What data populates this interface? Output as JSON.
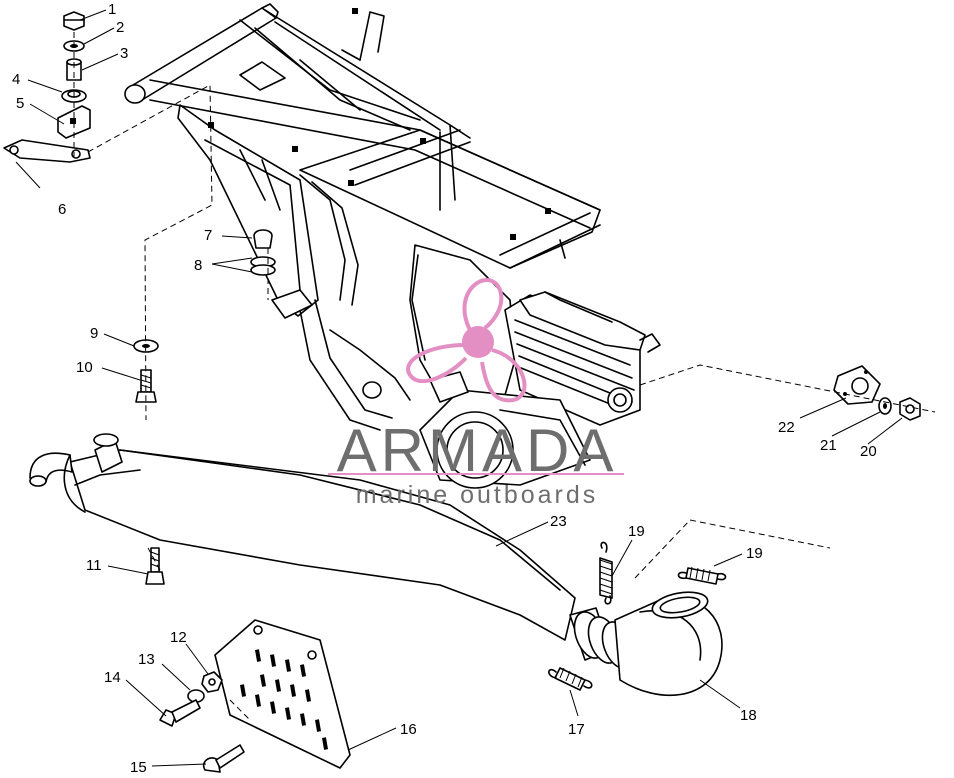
{
  "watermark": {
    "brand": "ARMADA",
    "tagline": "marine outboards",
    "logo_color": "#e48fc4",
    "text_color": "#6e6e6e"
  },
  "callouts": [
    "1",
    "2",
    "3",
    "4",
    "5",
    "6",
    "7",
    "8",
    "9",
    "10",
    "11",
    "12",
    "13",
    "14",
    "15",
    "16",
    "17",
    "18",
    "19",
    "19",
    "20",
    "21",
    "22",
    "23"
  ]
}
